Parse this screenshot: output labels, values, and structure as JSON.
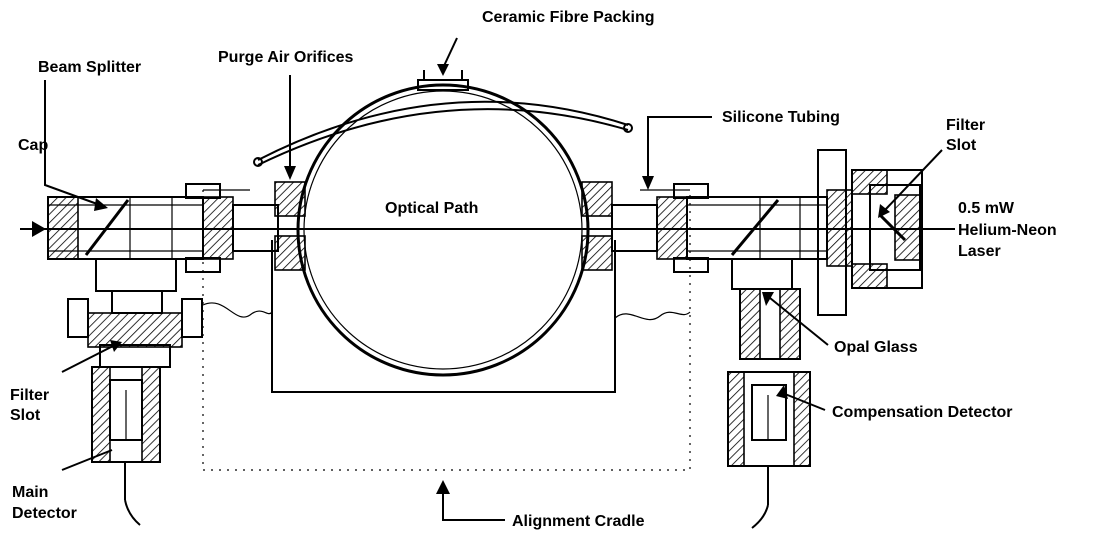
{
  "labels": {
    "ceramic_fibre_packing": "Ceramic Fibre Packing",
    "purge_air_orifices": "Purge Air Orifices",
    "beam_splitter": "Beam Splitter",
    "cap": "Cap",
    "silicone_tubing": "Silicone Tubing",
    "filter_slot_right_1": "Filter",
    "filter_slot_right_2": "Slot",
    "optical_path": "Optical Path",
    "laser_1": "0.5 mW",
    "laser_2": "Helium-Neon",
    "laser_3": "Laser",
    "opal_glass": "Opal Glass",
    "filter_slot_left_1": "Filter",
    "filter_slot_left_2": "Slot",
    "compensation_detector": "Compensation Detector",
    "main_detector_1": "Main",
    "main_detector_2": "Detector",
    "alignment_cradle": "Alignment Cradle"
  }
}
